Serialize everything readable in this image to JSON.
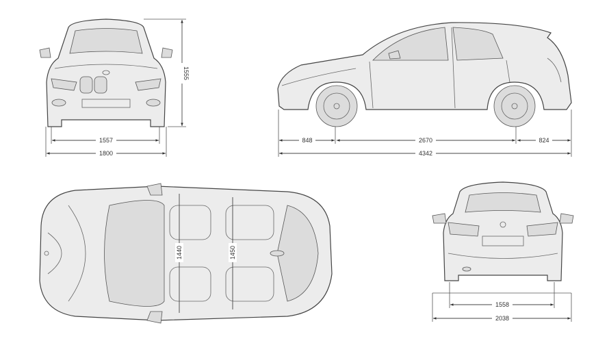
{
  "views": {
    "front": {
      "track_front": "1557",
      "width": "1800",
      "height": "1555"
    },
    "side": {
      "front_overhang": "848",
      "wheelbase": "2670",
      "rear_overhang": "824",
      "length": "4342"
    },
    "top": {
      "front_shoulder_room": "1440",
      "rear_shoulder_room": "1450"
    },
    "rear": {
      "track_rear": "1558",
      "width_with_mirrors": "2038"
    }
  },
  "colors": {
    "line": "#444444",
    "body_fill": "#ececec"
  }
}
